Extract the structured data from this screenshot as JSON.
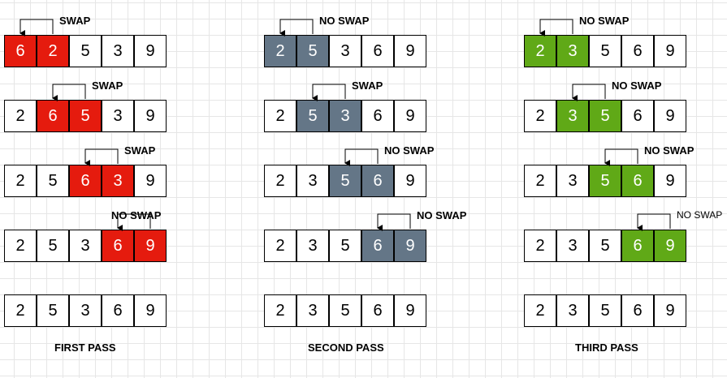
{
  "colors": {
    "pass1": "#e51b0e",
    "pass2": "#647687",
    "pass3": "#60a917"
  },
  "columns": [
    {
      "name": "pass1",
      "label": "FIRST PASS",
      "rows": [
        {
          "values": [
            "6",
            "2",
            "5",
            "3",
            "9"
          ],
          "highlight": [
            0,
            1
          ],
          "action": "SWAP"
        },
        {
          "values": [
            "2",
            "6",
            "5",
            "3",
            "9"
          ],
          "highlight": [
            1,
            2
          ],
          "action": "SWAP"
        },
        {
          "values": [
            "2",
            "5",
            "6",
            "3",
            "9"
          ],
          "highlight": [
            2,
            3
          ],
          "action": "SWAP"
        },
        {
          "values": [
            "2",
            "5",
            "3",
            "6",
            "9"
          ],
          "highlight": [
            3,
            4
          ],
          "action": "NO SWAP"
        },
        {
          "values": [
            "2",
            "5",
            "3",
            "6",
            "9"
          ],
          "highlight": []
        }
      ]
    },
    {
      "name": "pass2",
      "label": "SECOND PASS",
      "rows": [
        {
          "values": [
            "2",
            "5",
            "3",
            "6",
            "9"
          ],
          "highlight": [
            0,
            1
          ],
          "action": "NO SWAP"
        },
        {
          "values": [
            "2",
            "5",
            "3",
            "6",
            "9"
          ],
          "highlight": [
            1,
            2
          ],
          "action": "SWAP"
        },
        {
          "values": [
            "2",
            "3",
            "5",
            "6",
            "9"
          ],
          "highlight": [
            2,
            3
          ],
          "action": "NO SWAP"
        },
        {
          "values": [
            "2",
            "3",
            "5",
            "6",
            "9"
          ],
          "highlight": [
            3,
            4
          ],
          "action": "NO SWAP"
        },
        {
          "values": [
            "2",
            "3",
            "5",
            "6",
            "9"
          ],
          "highlight": []
        }
      ]
    },
    {
      "name": "pass3",
      "label": "THIRD PASS",
      "rows": [
        {
          "values": [
            "2",
            "3",
            "5",
            "6",
            "9"
          ],
          "highlight": [
            0,
            1
          ],
          "action": "NO SWAP"
        },
        {
          "values": [
            "2",
            "3",
            "5",
            "6",
            "9"
          ],
          "highlight": [
            1,
            2
          ],
          "action": "NO SWAP"
        },
        {
          "values": [
            "2",
            "3",
            "5",
            "6",
            "9"
          ],
          "highlight": [
            2,
            3
          ],
          "action": "NO SWAP"
        },
        {
          "values": [
            "2",
            "3",
            "5",
            "6",
            "9"
          ],
          "highlight": [
            3,
            4
          ],
          "action": "NO SWAP"
        },
        {
          "values": [
            "2",
            "3",
            "5",
            "6",
            "9"
          ],
          "highlight": []
        }
      ]
    }
  ]
}
